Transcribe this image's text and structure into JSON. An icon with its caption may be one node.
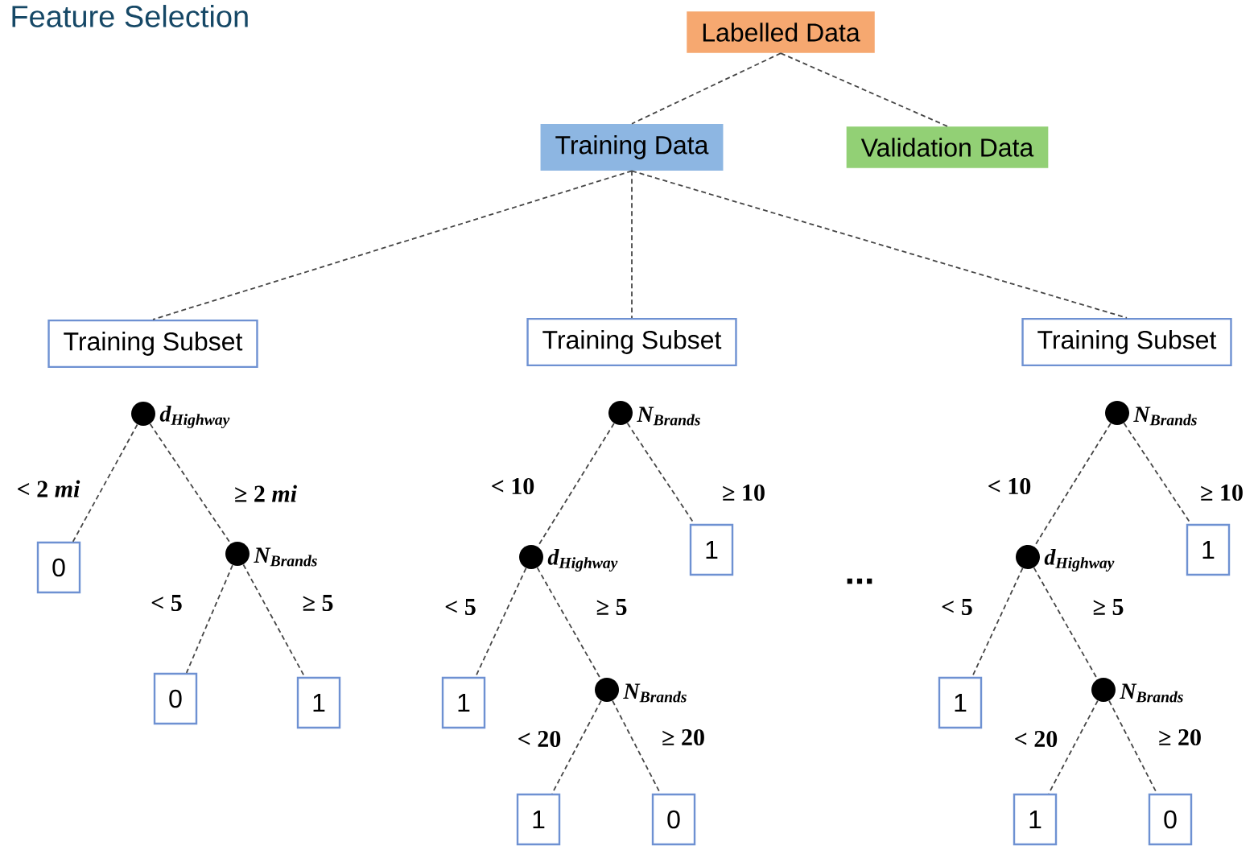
{
  "diagram": {
    "title": "Feature Selection",
    "nodes": [
      {
        "text": [
          "Labelled Data"
        ]
      },
      {
        "text": [
          "Training Data"
        ]
      },
      {
        "text": [
          "Validation Data"
        ]
      },
      {
        "text": [
          "Training Subset"
        ]
      },
      {
        "text": [
          "Training Subset"
        ]
      },
      {
        "text": [
          "Training Subset"
        ]
      },
      {
        "text": [],
        "shape": "circle",
        "beside": [
          "d$_{Highway}$"
        ]
      },
      {
        "text": [
          "0"
        ]
      },
      {
        "text": [],
        "shape": "circle",
        "beside": [
          "N$_{Brands}$"
        ]
      },
      {
        "text": [
          "0"
        ]
      },
      {
        "text": [
          "1"
        ]
      },
      {
        "text": [],
        "shape": "circle",
        "beside": [
          "N$_{Brands}$"
        ]
      },
      {
        "text": [],
        "shape": "circle",
        "beside": [
          "d$_{Highway}$"
        ]
      },
      {
        "text": [
          "1"
        ]
      },
      {
        "text": [
          "1"
        ]
      },
      {
        "text": [],
        "shape": "circle",
        "beside": [
          "N$_{Brands}$"
        ]
      },
      {
        "text": [
          "1"
        ]
      },
      {
        "text": [
          "0"
        ]
      },
      {
        "text": [],
        "shape": "circle",
        "beside": [
          "N$_{Brands}$"
        ]
      },
      {
        "text": [],
        "shape": "circle",
        "beside": [
          "d$_{Highway}$"
        ]
      },
      {
        "text": [
          "1"
        ]
      },
      {
        "text": [
          "1"
        ]
      },
      {
        "text": [],
        "shape": "circle",
        "beside": [
          "N$_{Brands}$"
        ]
      },
      {
        "text": [
          "1"
        ]
      },
      {
        "text": [
          "0"
        ]
      }
    ],
    "edges": [
      {
        "from": 0,
        "to": 1,
        "arrow": "none",
        "style": "dashed"
      },
      {
        "from": 0,
        "to": 2,
        "arrow": "none",
        "style": "dashed"
      },
      {
        "from": 1,
        "to": 3,
        "arrow": "none",
        "style": "dashed"
      },
      {
        "from": 1,
        "to": 4,
        "arrow": "none",
        "style": "dashed"
      },
      {
        "from": 1,
        "to": 5,
        "arrow": "none",
        "style": "dashed"
      },
      {
        "from": 6,
        "to": 7,
        "arrow": "none",
        "style": "dashed",
        "label": "< 2 *mi*"
      },
      {
        "from": 6,
        "to": 8,
        "arrow": "none",
        "style": "dashed",
        "label": "≥ 2 *mi*"
      },
      {
        "from": 8,
        "to": 9,
        "arrow": "none",
        "style": "dashed",
        "label": "< 5"
      },
      {
        "from": 8,
        "to": 10,
        "arrow": "none",
        "style": "dashed",
        "label": "≥ 5"
      },
      {
        "from": 11,
        "to": 12,
        "arrow": "none",
        "style": "dashed",
        "label": "< 10"
      },
      {
        "from": 11,
        "to": 13,
        "arrow": "none",
        "style": "dashed",
        "label": "≥ 10"
      },
      {
        "from": 12,
        "to": 14,
        "arrow": "none",
        "style": "dashed",
        "label": "< 5"
      },
      {
        "from": 12,
        "to": 15,
        "arrow": "none",
        "style": "dashed",
        "label": "≥ 5"
      },
      {
        "from": 15,
        "to": 16,
        "arrow": "none",
        "style": "dashed",
        "label": "< 20"
      },
      {
        "from": 15,
        "to": 17,
        "arrow": "none",
        "style": "dashed",
        "label": "≥ 20"
      },
      {
        "from": 18,
        "to": 19,
        "arrow": "none",
        "style": "dashed",
        "label": "< 10"
      },
      {
        "from": 18,
        "to": 20,
        "arrow": "none",
        "style": "dashed",
        "label": "≥ 10"
      },
      {
        "from": 19,
        "to": 21,
        "arrow": "none",
        "style": "dashed",
        "label": "< 5"
      },
      {
        "from": 19,
        "to": 22,
        "arrow": "none",
        "style": "dashed",
        "label": "≥ 5"
      },
      {
        "from": 22,
        "to": 23,
        "arrow": "none",
        "style": "dashed",
        "label": "< 20"
      },
      {
        "from": 22,
        "to": 24,
        "arrow": "none",
        "style": "dashed",
        "label": "≥ 20"
      }
    ],
    "labels": [
      "..."
    ]
  }
}
